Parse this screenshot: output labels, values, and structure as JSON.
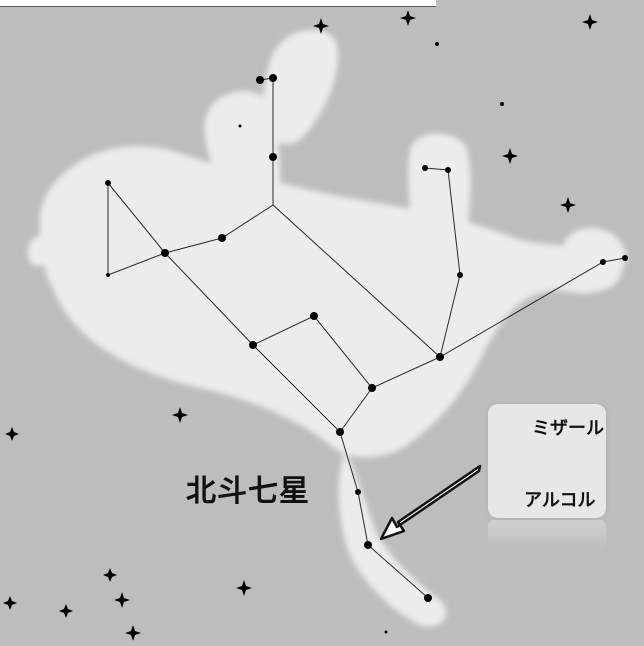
{
  "labels": {
    "big_dipper": "北斗七星",
    "mizar": "ミザール",
    "alcor": "アルコル"
  },
  "colors": {
    "sky": "#bdbdbd",
    "bear_fur": "#ececec",
    "lines": "#2a2a2a",
    "stars": "#000000",
    "inset_bg": "#e7e7e7",
    "arrow_fill": "#ffffff",
    "arrow_stroke": "#111111"
  },
  "icons": {
    "bear": "great-bear-illustration",
    "arrow": "white-pointer-arrow",
    "stars": "four-point-star-icons"
  }
}
